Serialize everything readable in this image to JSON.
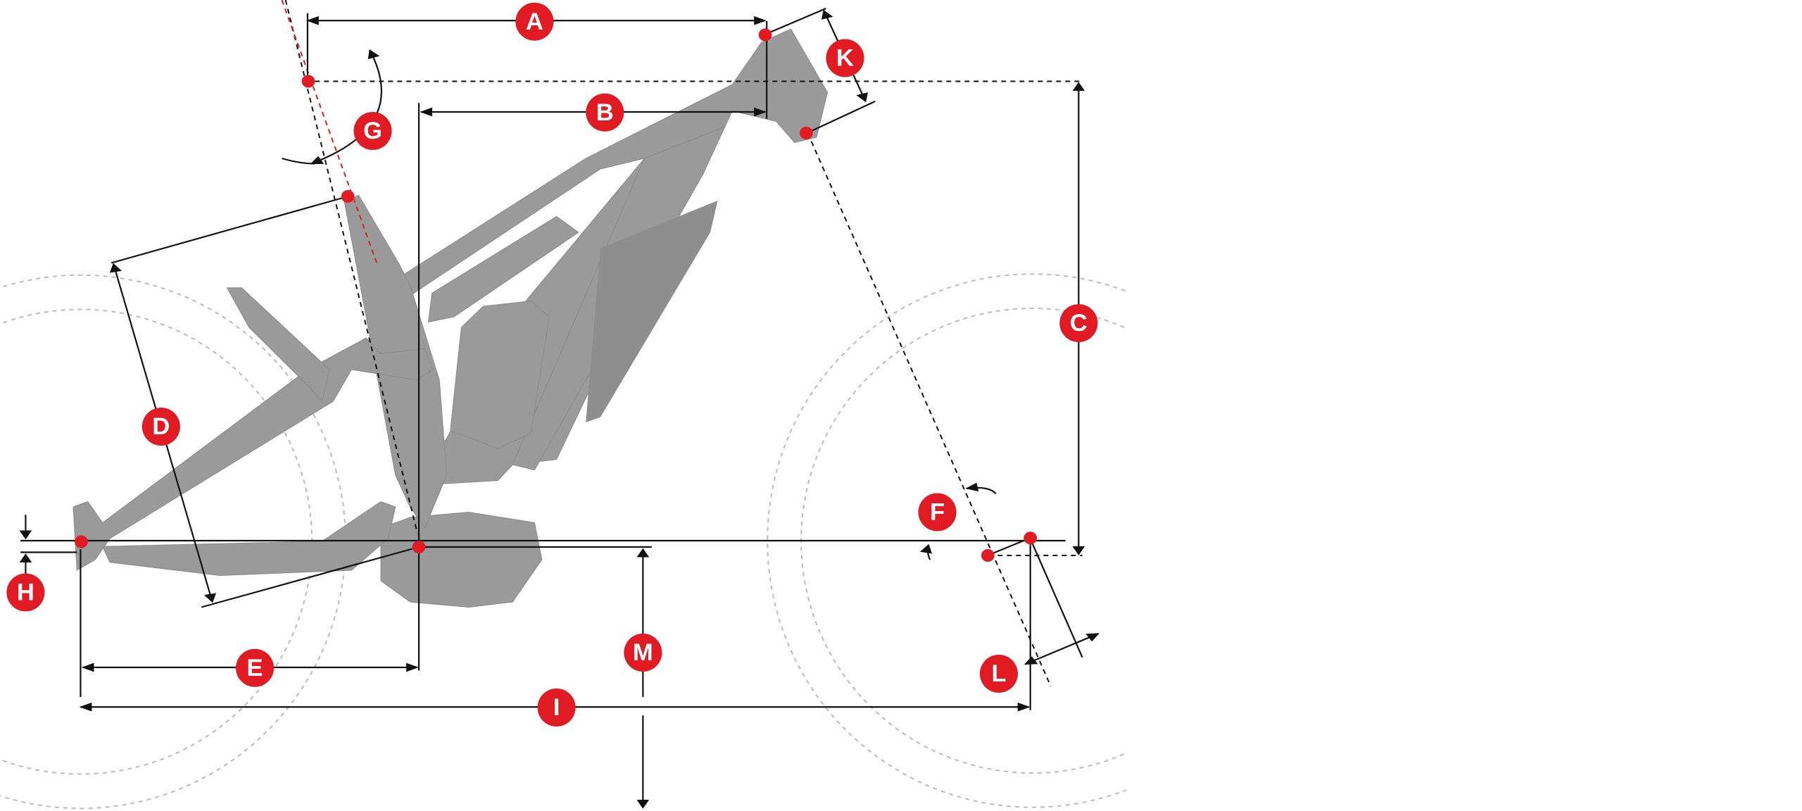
{
  "labels": {
    "A": "A",
    "B": "B",
    "C": "C",
    "D": "D",
    "E": "E",
    "F": "F",
    "G": "G",
    "H": "H",
    "I": "I",
    "K": "K",
    "L": "L",
    "M": "M"
  },
  "colors": {
    "marker": "#e01b24",
    "frame": "#9a9a9a",
    "line": "#111111"
  }
}
